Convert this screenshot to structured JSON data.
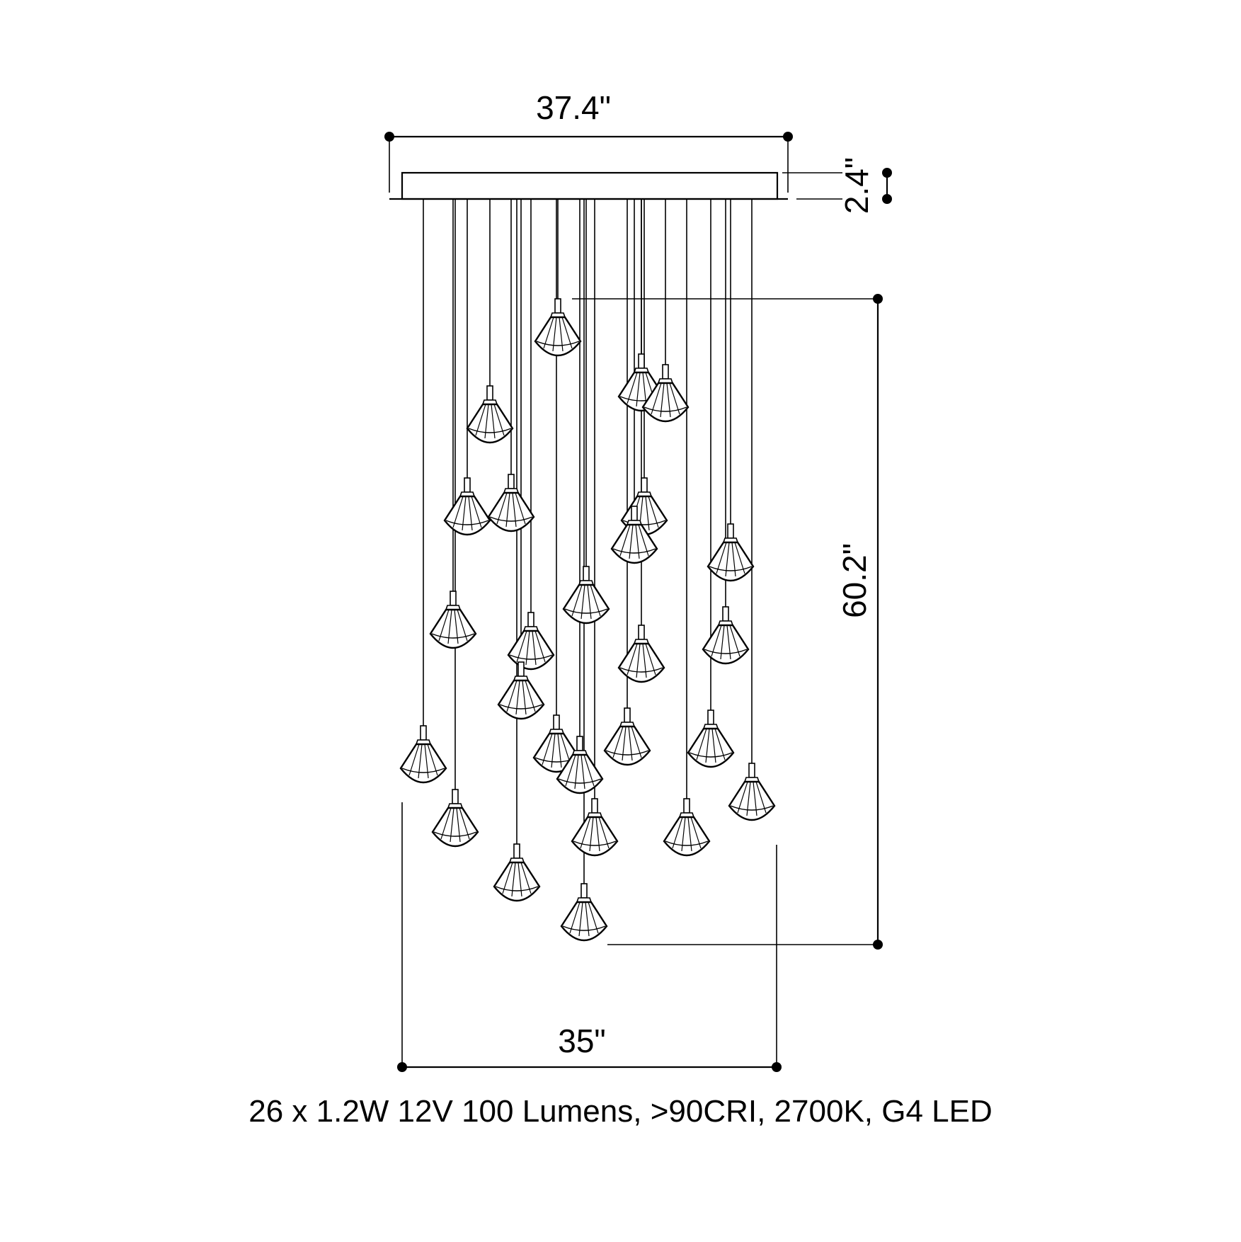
{
  "dimensions": {
    "canopy_width": "37.4\"",
    "canopy_height": "2.4\"",
    "drop_height": "60.2\"",
    "spread_width": "35\""
  },
  "spec_text": "26 x 1.2W 12V 100 Lumens, >90CRI, 2700K, G4 LED",
  "pendant_count": 26,
  "colors": {
    "line": "#000000",
    "background": "#ffffff"
  }
}
